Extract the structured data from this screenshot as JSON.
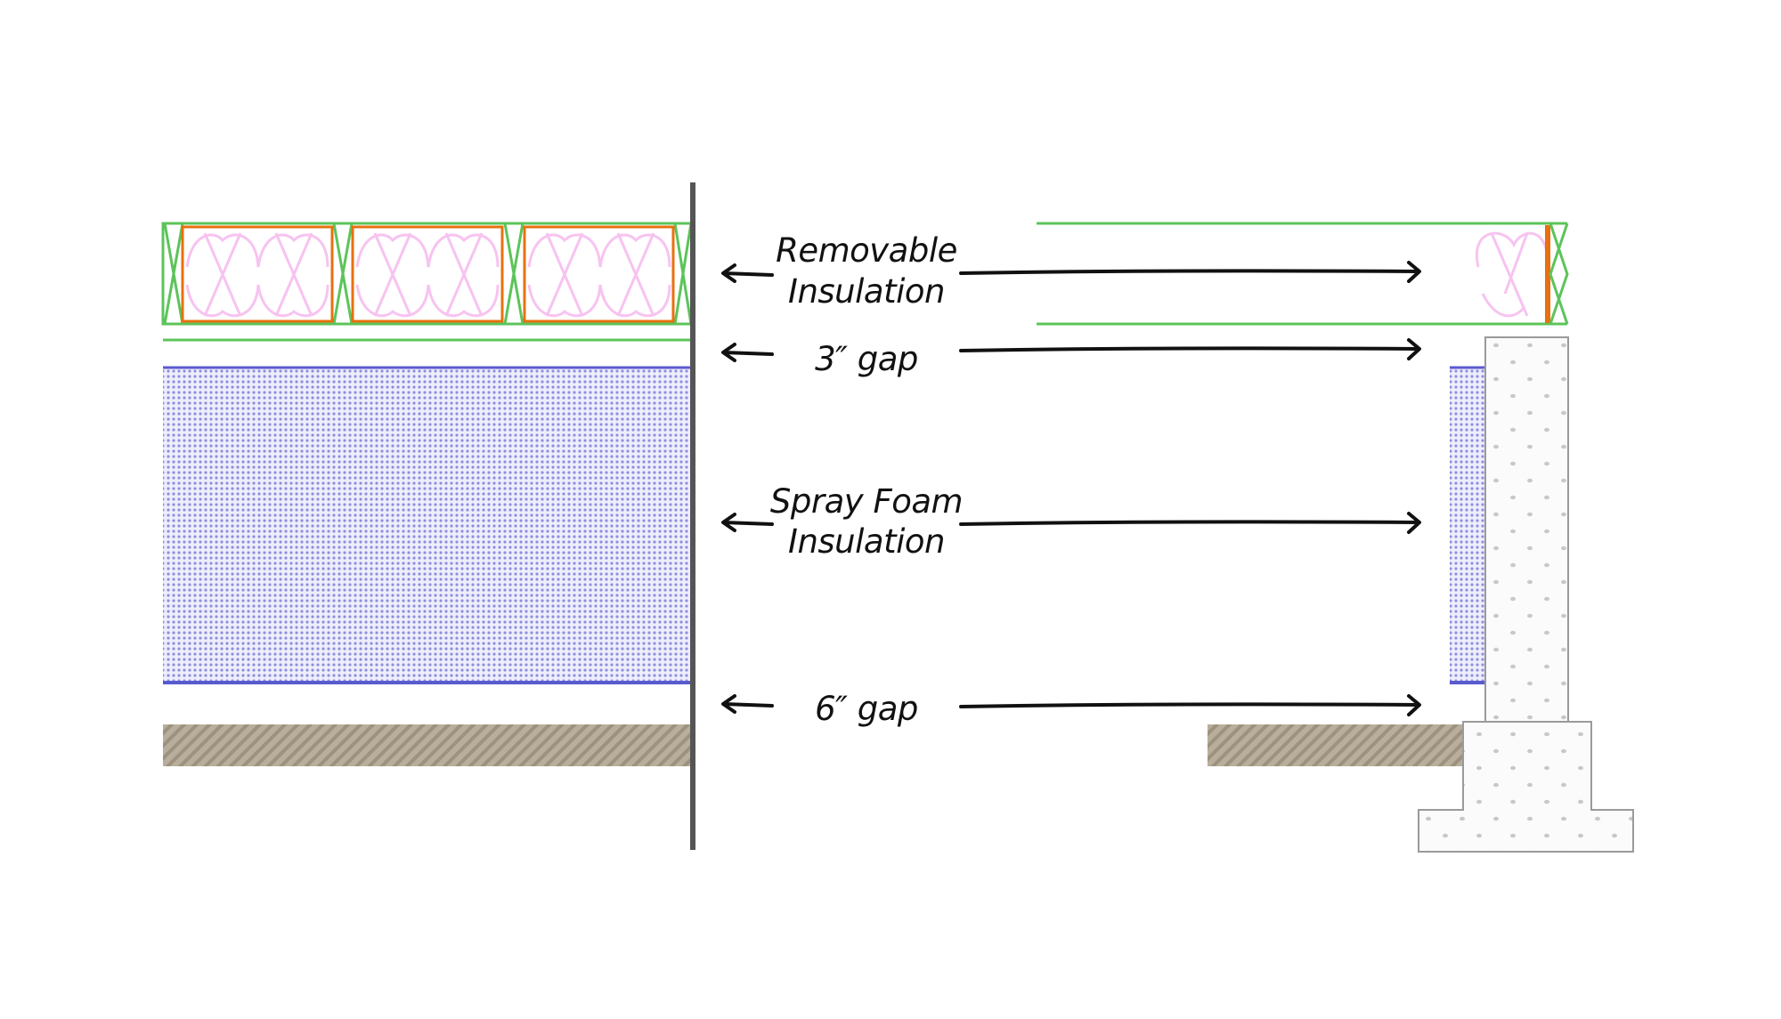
{
  "labels": {
    "removable_line1": "Removable",
    "removable_line2": "Insulation",
    "gap3": "3″ gap",
    "spray_line1": "Spray Foam",
    "spray_line2": "Insulation",
    "gap6": "6″ gap"
  },
  "colors": {
    "joist_green": "#5cc45a",
    "batt_orange": "#e8700f",
    "batt_pink": "#f7c3f0",
    "spray_foam_blue": "#5a5ad0",
    "ground_tan": "#b3a996",
    "concrete_gray": "#9a9a9a",
    "divider": "#555555"
  }
}
